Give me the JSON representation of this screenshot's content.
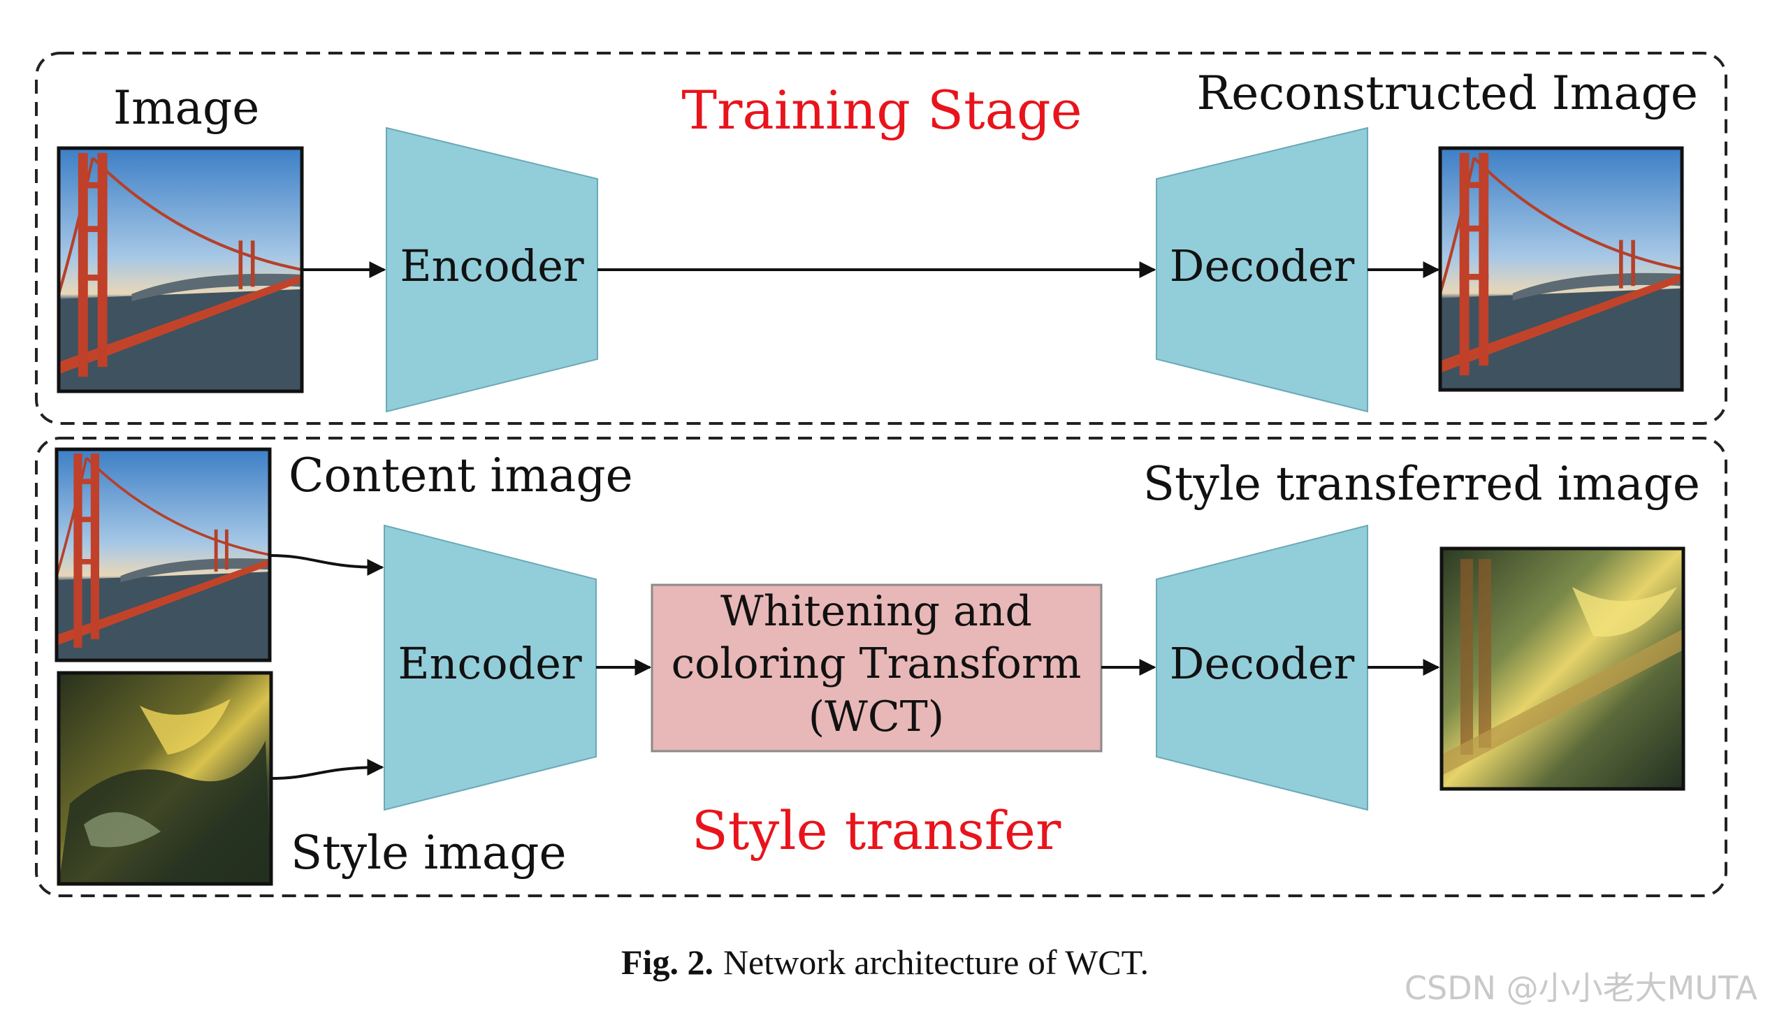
{
  "training": {
    "title": "Training Stage",
    "input_label": "Image",
    "output_label": "Reconstructed Image",
    "encoder_label": "Encoder",
    "decoder_label": "Decoder"
  },
  "style_transfer": {
    "title": "Style transfer",
    "content_label": "Content image",
    "style_label": "Style image",
    "output_label": "Style transferred image",
    "encoder_label": "Encoder",
    "wct_lines": [
      "Whitening and",
      "coloring Transform",
      "(WCT)"
    ],
    "decoder_label": "Decoder"
  },
  "caption": {
    "fig_label": "Fig. 2.",
    "text": "Network architecture of WCT."
  },
  "watermark": "CSDN @小小老大MUTA",
  "colors": {
    "title_red": "#e8141c",
    "coder_fill": "#92cdda",
    "wct_fill": "#e8b7b7",
    "frame": "#222222"
  }
}
